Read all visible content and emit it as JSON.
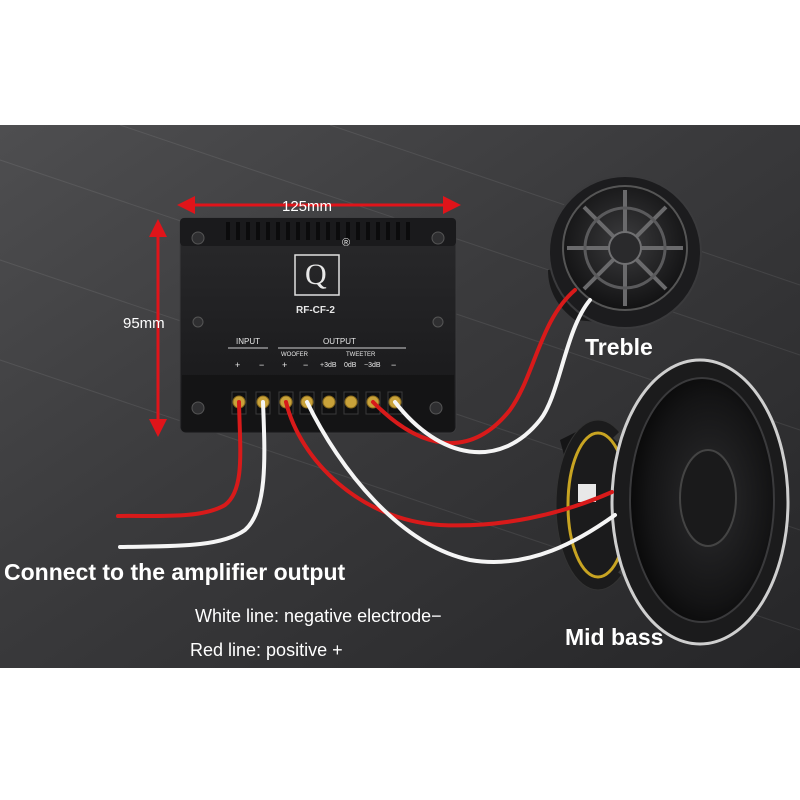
{
  "dimensions": {
    "width_label": "125mm",
    "height_label": "95mm"
  },
  "crossover": {
    "brand_mark": "Q",
    "registered_mark": "®",
    "model": "RF-CF-2",
    "input_label": "INPUT",
    "output_label": "OUTPUT",
    "woofer_label": "WOOFER",
    "tweeter_label": "TWEETER",
    "terminal_marks": [
      "+",
      "−",
      "+",
      "−",
      "+3dB",
      "0dB",
      "−3dB",
      "−"
    ]
  },
  "labels": {
    "treble": "Treble",
    "mid_bass": "Mid bass",
    "connect": "Connect to the amplifier output",
    "white_line": "White line: negative electrode−",
    "red_line": "Red line: positive +"
  },
  "colors": {
    "background_top": "#4a4a4a",
    "background_bottom": "#2a2a2a",
    "dimension_arrow": "#e0141a",
    "red_wire": "#d81a1a",
    "white_wire": "#f5f5f5",
    "box": "#1e1e20",
    "terminal_gold": "#c9a23a",
    "woofer_accent": "#c8a422"
  }
}
